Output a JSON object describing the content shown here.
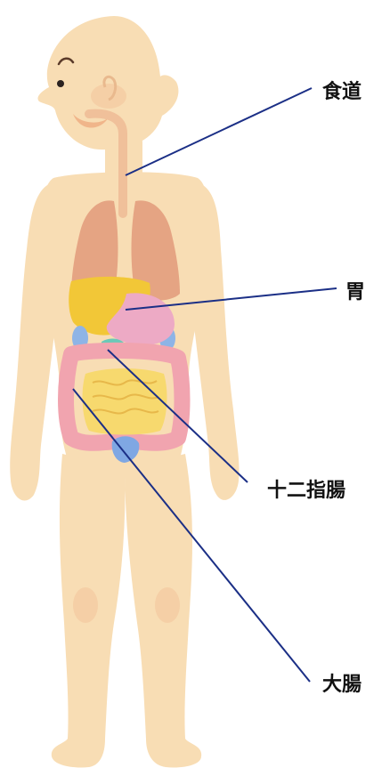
{
  "labels": {
    "esophagus": "食道",
    "stomach": "胃",
    "duodenum": "十二指腸",
    "large_intestine": "大腸"
  },
  "colors": {
    "skin": "#F8DDB4",
    "skin_shadow": "#F3C9A0",
    "lungs": "#E5A483",
    "liver": "#F2C737",
    "stomach": "#EDAAC5",
    "colon": "#F1A4AF",
    "small_intestine": "#F7D96E",
    "kidney": "#8EB4E6",
    "bladder": "#7FA7E3",
    "leader_line": "#1B2F86",
    "label_text": "#111111"
  }
}
